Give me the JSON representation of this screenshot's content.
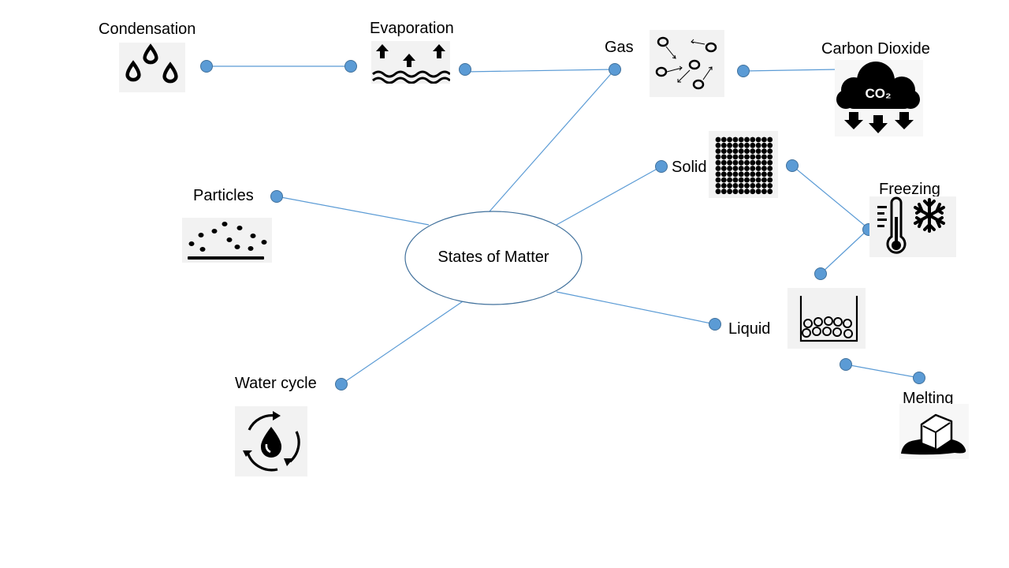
{
  "diagram": {
    "center": {
      "label": "States of Matter"
    },
    "nodes": {
      "condensation": {
        "label": "Condensation",
        "icon": "water-drops-icon"
      },
      "evaporation": {
        "label": "Evaporation",
        "icon": "evaporation-icon"
      },
      "gas": {
        "label": "Gas",
        "icon": "gas-particles-icon"
      },
      "carbon_dioxide": {
        "label": "Carbon Dioxide",
        "icon": "co2-cloud-icon",
        "icon_text": "CO₂"
      },
      "solid": {
        "label": "Solid",
        "icon": "solid-particles-icon"
      },
      "freezing": {
        "label": "Freezing",
        "icon": "thermometer-snowflake-icon"
      },
      "particles": {
        "label": "Particles",
        "icon": "scattered-particles-icon"
      },
      "liquid": {
        "label": "Liquid",
        "icon": "liquid-particles-icon"
      },
      "melting": {
        "label": "Melting",
        "icon": "melting-ice-icon"
      },
      "water_cycle": {
        "label": "Water cycle",
        "icon": "water-cycle-icon"
      }
    },
    "colors": {
      "line": "#5b9bd5",
      "dot_fill": "#5b9bd5",
      "dot_stroke": "#41719c",
      "icon_bg": "#f2f2f2"
    }
  }
}
